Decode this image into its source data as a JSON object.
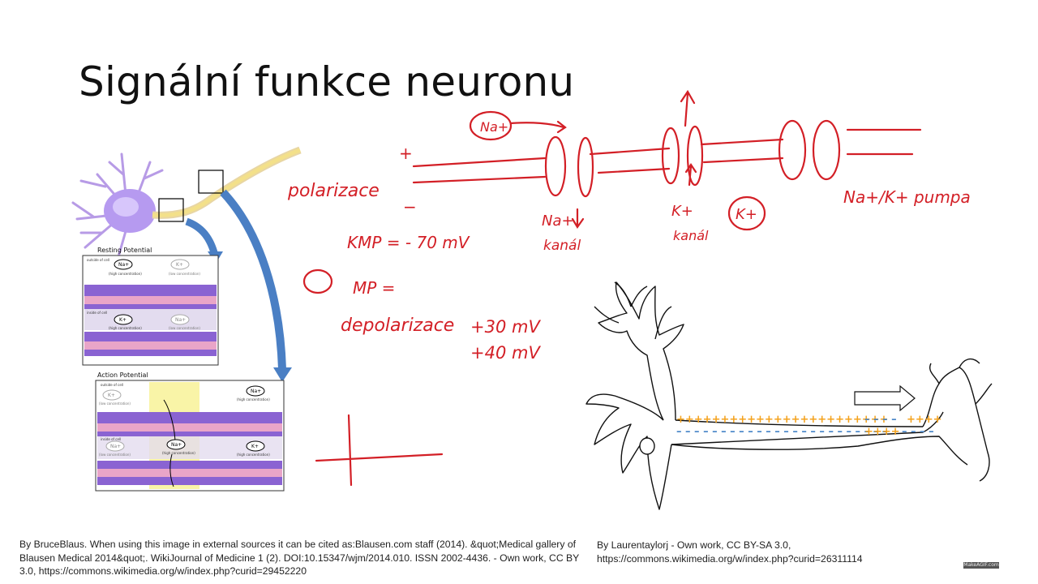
{
  "slide": {
    "title": "Signální funkce neuronu"
  },
  "illustration_left": {
    "resting_label": "Resting Potential",
    "action_label": "Action Potential",
    "outside_label": "outside of cell",
    "inside_label": "inside of cell",
    "na_label": "Na+",
    "k_label": "K+",
    "high_conc": "(high concentration)",
    "low_conc": "(low concentration)"
  },
  "annotations": {
    "polarizace": "polarizace",
    "kmp": "KMP = - 70 mV",
    "mp": "MP =",
    "depolarizace": "depolarizace",
    "plus30": "+30 mV",
    "plus40": "+40 mV",
    "na_circle": "Na+",
    "na_kanal_top": "Na+",
    "na_kanal_bottom": "kanál",
    "k_kanal_top": "K+",
    "k_kanal_bottom": "kanál",
    "k_circle": "K+",
    "pump": "Na+/K+ pumpa",
    "plus_sign": "+",
    "minus_sign": "−",
    "zero_circle": "O"
  },
  "credits": {
    "left": "By BruceBlaus. When using this image in external sources it can be cited as:Blausen.com staff (2014). &quot;Medical gallery of Blausen Medical 2014&quot;. WikiJournal of Medicine 1 (2). DOI:10.15347/wjm/2014.010. ISSN 2002-4436. - Own work, CC BY 3.0, https://commons.wikimedia.org/w/index.php?curid=29452220",
    "right": "By Laurentaylorj - Own work, CC BY-SA 3.0, https://commons.wikimedia.org/w/index.php?curid=26311114"
  },
  "watermark": "MakeAGIF.com",
  "colors": {
    "ink_red": "#d31f26",
    "membrane_purple": "#7a5bbf",
    "highlight_yellow": "#f7f08a",
    "arrow_blue": "#4a7fc4",
    "plus_orange": "#f4a21c",
    "minus_blue": "#4a86c8"
  }
}
